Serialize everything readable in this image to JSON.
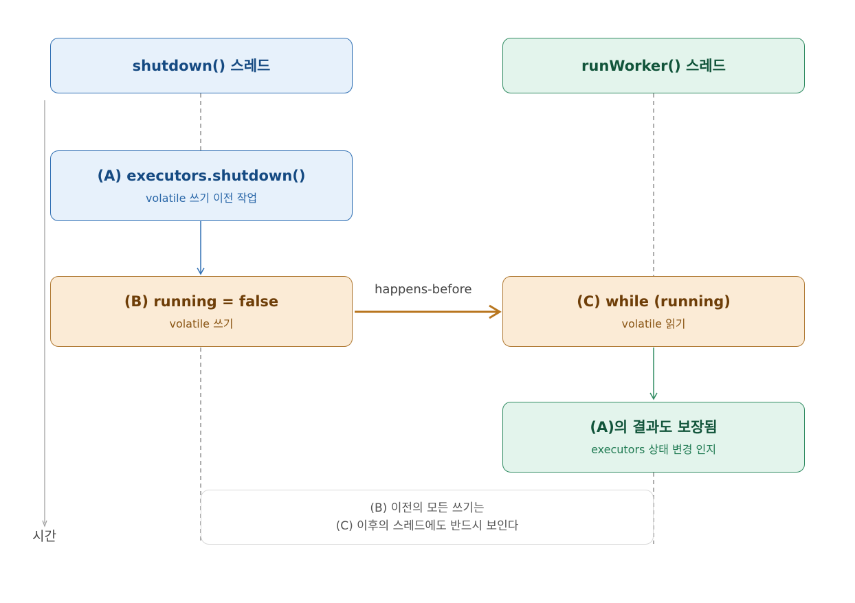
{
  "left_thread": {
    "title": "shutdown() 스레드"
  },
  "right_thread": {
    "title": "runWorker() 스레드"
  },
  "box_a": {
    "title": "(A) executors.shutdown()",
    "subtitle": "volatile 쓰기 이전 작업"
  },
  "box_b": {
    "title": "(B) running = false",
    "subtitle": "volatile 쓰기"
  },
  "box_c": {
    "title": "(C) while (running)",
    "subtitle": "volatile 읽기"
  },
  "box_result": {
    "title": "(A)의 결과도 보장됨",
    "subtitle": "executors 상태 변경 인지"
  },
  "edge_label": "happens-before",
  "time_axis_label": "시간",
  "note": {
    "line1": "(B) 이전의 모든 쓰기는",
    "line2": "(C) 이후의 스레드에도 반드시 보인다"
  },
  "colors": {
    "blue": "#2f6fb3",
    "green": "#2e8a60",
    "orange": "#b8761f",
    "gray": "#888888"
  }
}
